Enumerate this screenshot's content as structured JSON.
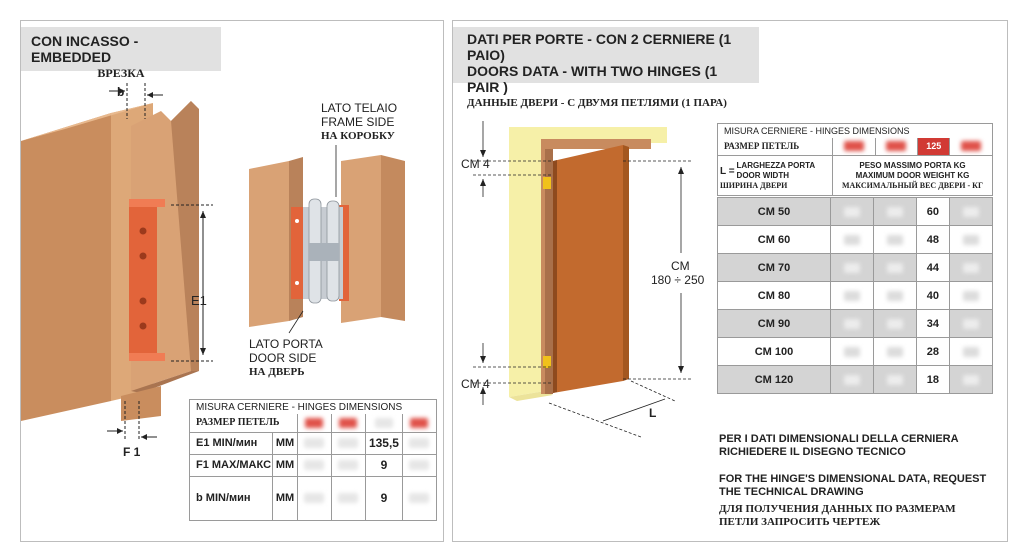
{
  "left": {
    "header": {
      "title": "CON INCASSO - EMBEDDED",
      "title_ru": "ВРЕЗКА"
    },
    "labels": {
      "b": "b",
      "e1": "E1",
      "f1": "F 1",
      "frame_it": "LATO TELAIO",
      "frame_en": "FRAME SIDE",
      "frame_ru": "НА КОРОБКУ",
      "door_it": "LATO PORTA",
      "door_en": "DOOR SIDE",
      "door_ru": "НА ДВЕРЬ"
    },
    "table": {
      "caption": "MISURA CERNIERE - HINGES DIMENSIONS",
      "caption_ru": "РАЗМЕР ПЕТЕЛЬ",
      "rows": [
        {
          "label": "E1 MIN/мин",
          "unit": "MM",
          "value": "135,5"
        },
        {
          "label": "F1 MAX/МАКС",
          "unit": "MM",
          "value": "9"
        },
        {
          "label": "b MIN/мин",
          "unit": "MM",
          "value": "9"
        }
      ]
    }
  },
  "right": {
    "header": {
      "line1": "DATI PER PORTE - CON 2 CERNIERE (1 PAIO)",
      "line2": "DOORS DATA - WITH TWO HINGES (1 PAIR )",
      "line3": "ДАННЫЕ ДВЕРИ - С ДВУМЯ ПЕТЛЯМИ (1 ПАРА)"
    },
    "labels": {
      "cm4_top": "CM  4",
      "cm_mid": "CM",
      "range": "180 ÷ 250",
      "cm4_bot": "CM  4",
      "l": "L"
    },
    "table": {
      "caption": "MISURA CERNIERE - HINGES DIMENSIONS",
      "caption_ru": "РАЗМЕР ПЕТЕЛЬ",
      "size": "125",
      "width_prefix": "L =",
      "width_it": "LARGHEZZA PORTA",
      "width_en": "DOOR WIDTH",
      "width_ru": "ШИРИНА ДВЕРИ",
      "weight_it": "PESO MASSIMO PORTA KG",
      "weight_en": "MAXIMUM DOOR WEIGHT KG",
      "weight_ru": "МАКСИМАЛЬНЫЙ ВЕС ДВЕРИ - КГ",
      "rows": [
        {
          "width": "CM 50",
          "value": "60"
        },
        {
          "width": "CM 60",
          "value": "48"
        },
        {
          "width": "CM 70",
          "value": "44"
        },
        {
          "width": "CM 80",
          "value": "40"
        },
        {
          "width": "CM 90",
          "value": "34"
        },
        {
          "width": "CM 100",
          "value": "28"
        },
        {
          "width": "CM 120",
          "value": "18"
        }
      ]
    },
    "notes": {
      "it": "PER I DATI DIMENSIONALI DELLA CERNIERA RICHIEDERE IL DISEGNO TECNICO",
      "en": "FOR THE HINGE'S DIMENSIONAL DATA, REQUEST THE TECHNICAL DRAWING",
      "ru": "ДЛЯ ПОЛУЧЕНИЯ ДАННЫХ ПО РАЗМЕРАМ ПЕТЛИ ЗАПРОСИТЬ ЧЕРТЕЖ"
    }
  },
  "colors": {
    "wood": "#d9a679",
    "wood_dark": "#b9825a",
    "hinge_orange": "#e2643a",
    "door": "#c26a2e",
    "frame_yellow": "#f6f0a8"
  }
}
